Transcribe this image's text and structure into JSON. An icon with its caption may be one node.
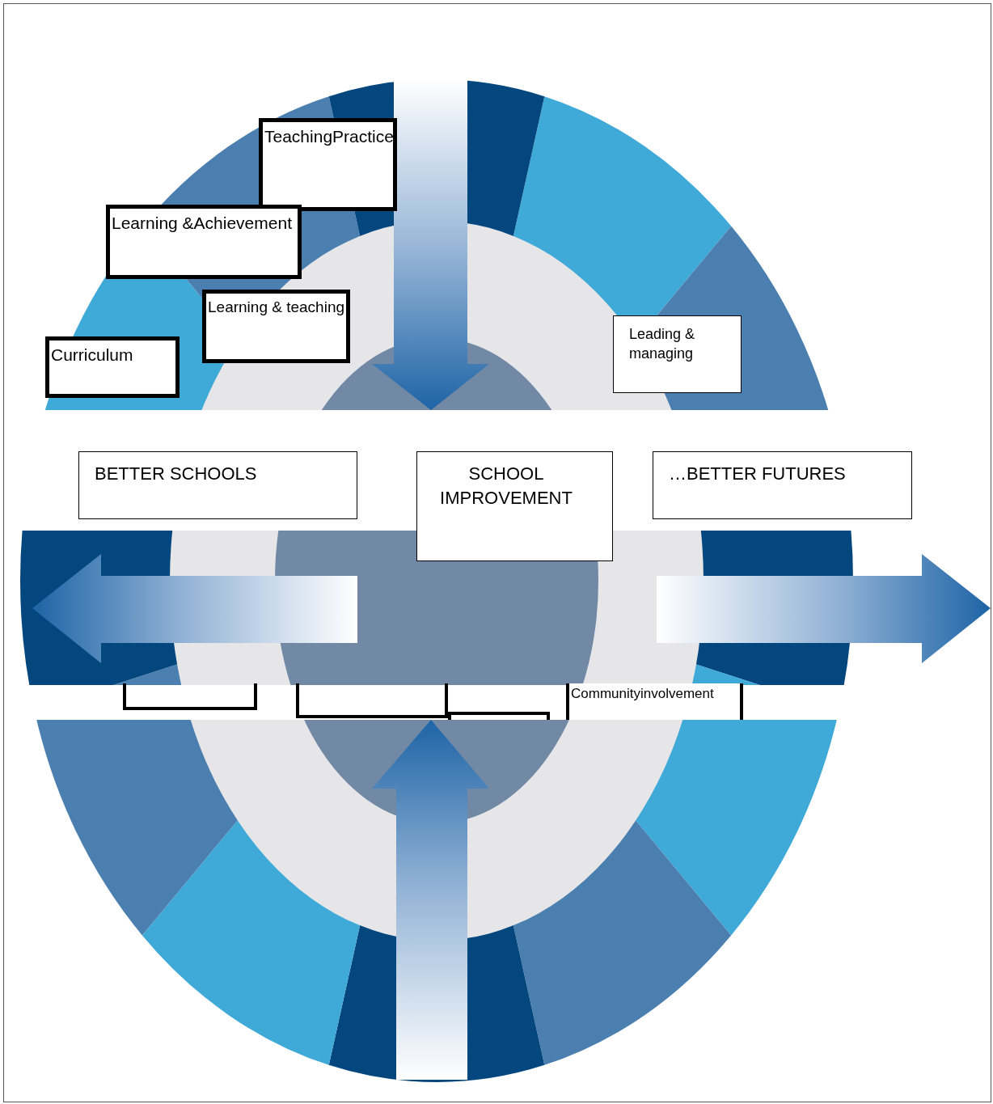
{
  "diagram": {
    "nodes": [
      {
        "text": [
          "TeachingPractice"
        ]
      },
      {
        "text": [
          "Learning &Achievement"
        ]
      },
      {
        "text": [
          "Learning & teaching"
        ]
      },
      {
        "text": [
          "Leading & managing"
        ]
      },
      {
        "text": [
          "Curriculum"
        ]
      },
      {
        "text": [
          "BETTER SCHOOLS"
        ]
      },
      {
        "text": [
          "SCHOOL IMPROVEMENT"
        ]
      },
      {
        "text": [
          "…BETTER FUTURES"
        ]
      },
      {
        "text": [],
        "shape": "box"
      },
      {
        "text": [],
        "shape": "box"
      },
      {
        "text": [],
        "shape": "box"
      },
      {
        "text": [
          "Communityinvolvement"
        ]
      }
    ]
  }
}
